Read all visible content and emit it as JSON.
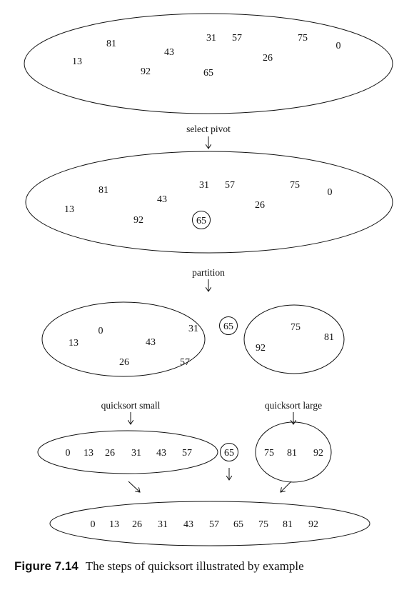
{
  "step1": {
    "set": [
      "81",
      "13",
      "43",
      "92",
      "31",
      "57",
      "65",
      "26",
      "75",
      "0"
    ]
  },
  "arrow_labels": {
    "select_pivot": "select pivot",
    "partition": "partition",
    "quicksort_small": "quicksort small",
    "quicksort_large": "quicksort large"
  },
  "step2": {
    "set": [
      "81",
      "13",
      "43",
      "92",
      "31",
      "57",
      "26",
      "75",
      "0"
    ],
    "pivot": "65"
  },
  "step3": {
    "small_set": [
      "0",
      "13",
      "43",
      "26",
      "31",
      "57"
    ],
    "pivot": "65",
    "large_set": [
      "75",
      "92",
      "81"
    ]
  },
  "step4": {
    "small_sorted": [
      "0",
      "13",
      "26",
      "31",
      "43",
      "57"
    ],
    "pivot": "65",
    "large_sorted": [
      "75",
      "81",
      "92"
    ]
  },
  "result": {
    "sorted": [
      "0",
      "13",
      "26",
      "31",
      "43",
      "57",
      "65",
      "75",
      "81",
      "92"
    ]
  },
  "caption": {
    "figure_number": "Figure 7.14",
    "text": "The steps of quicksort illustrated by example"
  }
}
